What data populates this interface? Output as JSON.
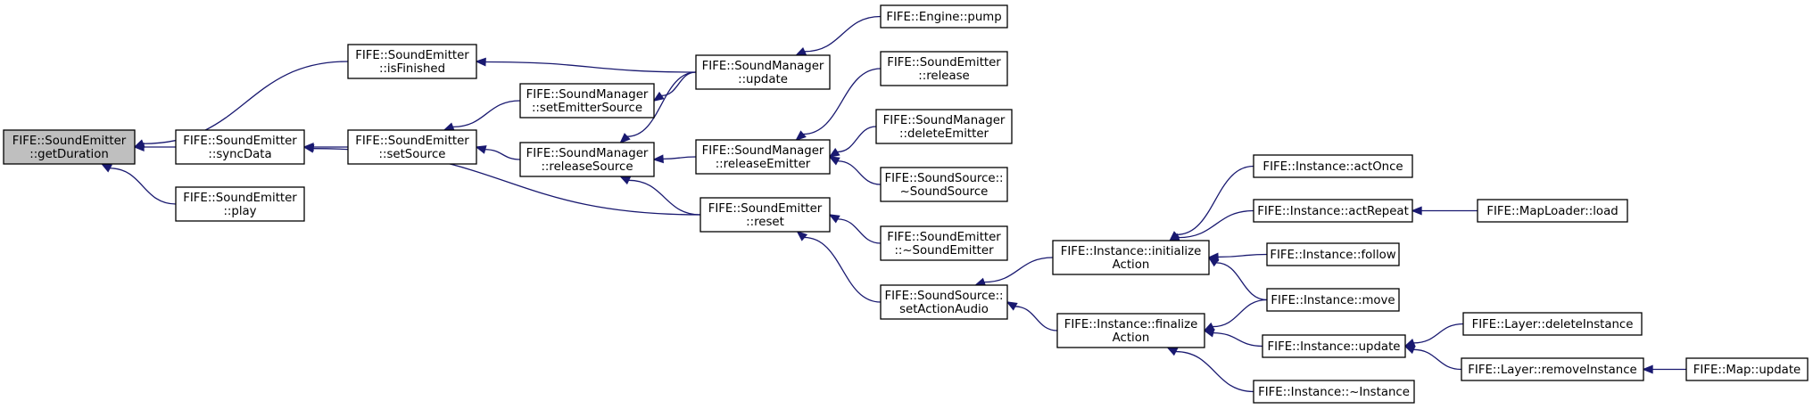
{
  "diagram": {
    "colors": {
      "edge": "#191970",
      "root_fill": "#bfbfbf",
      "node_fill": "#ffffff",
      "border": "#000000"
    },
    "nodes": [
      {
        "id": "getDuration",
        "lines": [
          "FIFE::SoundEmitter",
          "::getDuration"
        ],
        "root": true
      },
      {
        "id": "isFinished",
        "lines": [
          "FIFE::SoundEmitter",
          "::isFinished"
        ]
      },
      {
        "id": "syncData",
        "lines": [
          "FIFE::SoundEmitter",
          "::syncData"
        ]
      },
      {
        "id": "play",
        "lines": [
          "FIFE::SoundEmitter",
          "::play"
        ]
      },
      {
        "id": "setSource",
        "lines": [
          "FIFE::SoundEmitter",
          "::setSource"
        ]
      },
      {
        "id": "setEmitterSource",
        "lines": [
          "FIFE::SoundManager",
          "::setEmitterSource"
        ]
      },
      {
        "id": "releaseSource",
        "lines": [
          "FIFE::SoundManager",
          "::releaseSource"
        ]
      },
      {
        "id": "smUpdate",
        "lines": [
          "FIFE::SoundManager",
          "::update"
        ]
      },
      {
        "id": "releaseEmitter",
        "lines": [
          "FIFE::SoundManager",
          "::releaseEmitter"
        ]
      },
      {
        "id": "reset",
        "lines": [
          "FIFE::SoundEmitter",
          "::reset"
        ]
      },
      {
        "id": "enginePump",
        "lines": [
          "FIFE::Engine::pump"
        ]
      },
      {
        "id": "seRelease",
        "lines": [
          "FIFE::SoundEmitter",
          "::release"
        ]
      },
      {
        "id": "deleteEmitter",
        "lines": [
          "FIFE::SoundManager",
          "::deleteEmitter"
        ]
      },
      {
        "id": "ssDtor",
        "lines": [
          "FIFE::SoundSource::",
          "~SoundSource"
        ]
      },
      {
        "id": "seDtor",
        "lines": [
          "FIFE::SoundEmitter",
          "::~SoundEmitter"
        ]
      },
      {
        "id": "setActionAudio",
        "lines": [
          "FIFE::SoundSource::",
          "setActionAudio"
        ]
      },
      {
        "id": "initializeAction",
        "lines": [
          "FIFE::Instance::initialize",
          "Action"
        ]
      },
      {
        "id": "finalizeAction",
        "lines": [
          "FIFE::Instance::finalize",
          "Action"
        ]
      },
      {
        "id": "actOnce",
        "lines": [
          "FIFE::Instance::actOnce"
        ]
      },
      {
        "id": "actRepeat",
        "lines": [
          "FIFE::Instance::actRepeat"
        ]
      },
      {
        "id": "follow",
        "lines": [
          "FIFE::Instance::follow"
        ]
      },
      {
        "id": "move",
        "lines": [
          "FIFE::Instance::move"
        ]
      },
      {
        "id": "instUpdate",
        "lines": [
          "FIFE::Instance::update"
        ]
      },
      {
        "id": "instDtor",
        "lines": [
          "FIFE::Instance::~Instance"
        ]
      },
      {
        "id": "mapLoaderLoad",
        "lines": [
          "FIFE::MapLoader::load"
        ]
      },
      {
        "id": "deleteInstance",
        "lines": [
          "FIFE::Layer::deleteInstance"
        ]
      },
      {
        "id": "removeInstance",
        "lines": [
          "FIFE::Layer::removeInstance"
        ]
      },
      {
        "id": "mapUpdate",
        "lines": [
          "FIFE::Map::update"
        ]
      }
    ],
    "edges": [
      {
        "from": "isFinished",
        "to": "getDuration"
      },
      {
        "from": "syncData",
        "to": "getDuration"
      },
      {
        "from": "play",
        "to": "getDuration"
      },
      {
        "from": "smUpdate",
        "to": "isFinished"
      },
      {
        "from": "setSource",
        "to": "syncData"
      },
      {
        "from": "reset",
        "to": "syncData"
      },
      {
        "from": "setEmitterSource",
        "to": "setSource"
      },
      {
        "from": "releaseSource",
        "to": "setSource"
      },
      {
        "from": "smUpdate",
        "to": "setEmitterSource"
      },
      {
        "from": "smUpdate",
        "to": "releaseSource"
      },
      {
        "from": "releaseEmitter",
        "to": "releaseSource"
      },
      {
        "from": "reset",
        "to": "releaseSource"
      },
      {
        "from": "enginePump",
        "to": "smUpdate"
      },
      {
        "from": "seRelease",
        "to": "releaseEmitter"
      },
      {
        "from": "deleteEmitter",
        "to": "releaseEmitter"
      },
      {
        "from": "ssDtor",
        "to": "releaseEmitter"
      },
      {
        "from": "seDtor",
        "to": "reset"
      },
      {
        "from": "setActionAudio",
        "to": "reset"
      },
      {
        "from": "initializeAction",
        "to": "setActionAudio"
      },
      {
        "from": "finalizeAction",
        "to": "setActionAudio"
      },
      {
        "from": "actOnce",
        "to": "initializeAction"
      },
      {
        "from": "actRepeat",
        "to": "initializeAction"
      },
      {
        "from": "follow",
        "to": "initializeAction"
      },
      {
        "from": "move",
        "to": "initializeAction"
      },
      {
        "from": "move",
        "to": "finalizeAction"
      },
      {
        "from": "instUpdate",
        "to": "finalizeAction"
      },
      {
        "from": "instDtor",
        "to": "finalizeAction"
      },
      {
        "from": "mapLoaderLoad",
        "to": "actRepeat"
      },
      {
        "from": "deleteInstance",
        "to": "instUpdate"
      },
      {
        "from": "removeInstance",
        "to": "instUpdate"
      },
      {
        "from": "mapUpdate",
        "to": "removeInstance"
      }
    ]
  }
}
